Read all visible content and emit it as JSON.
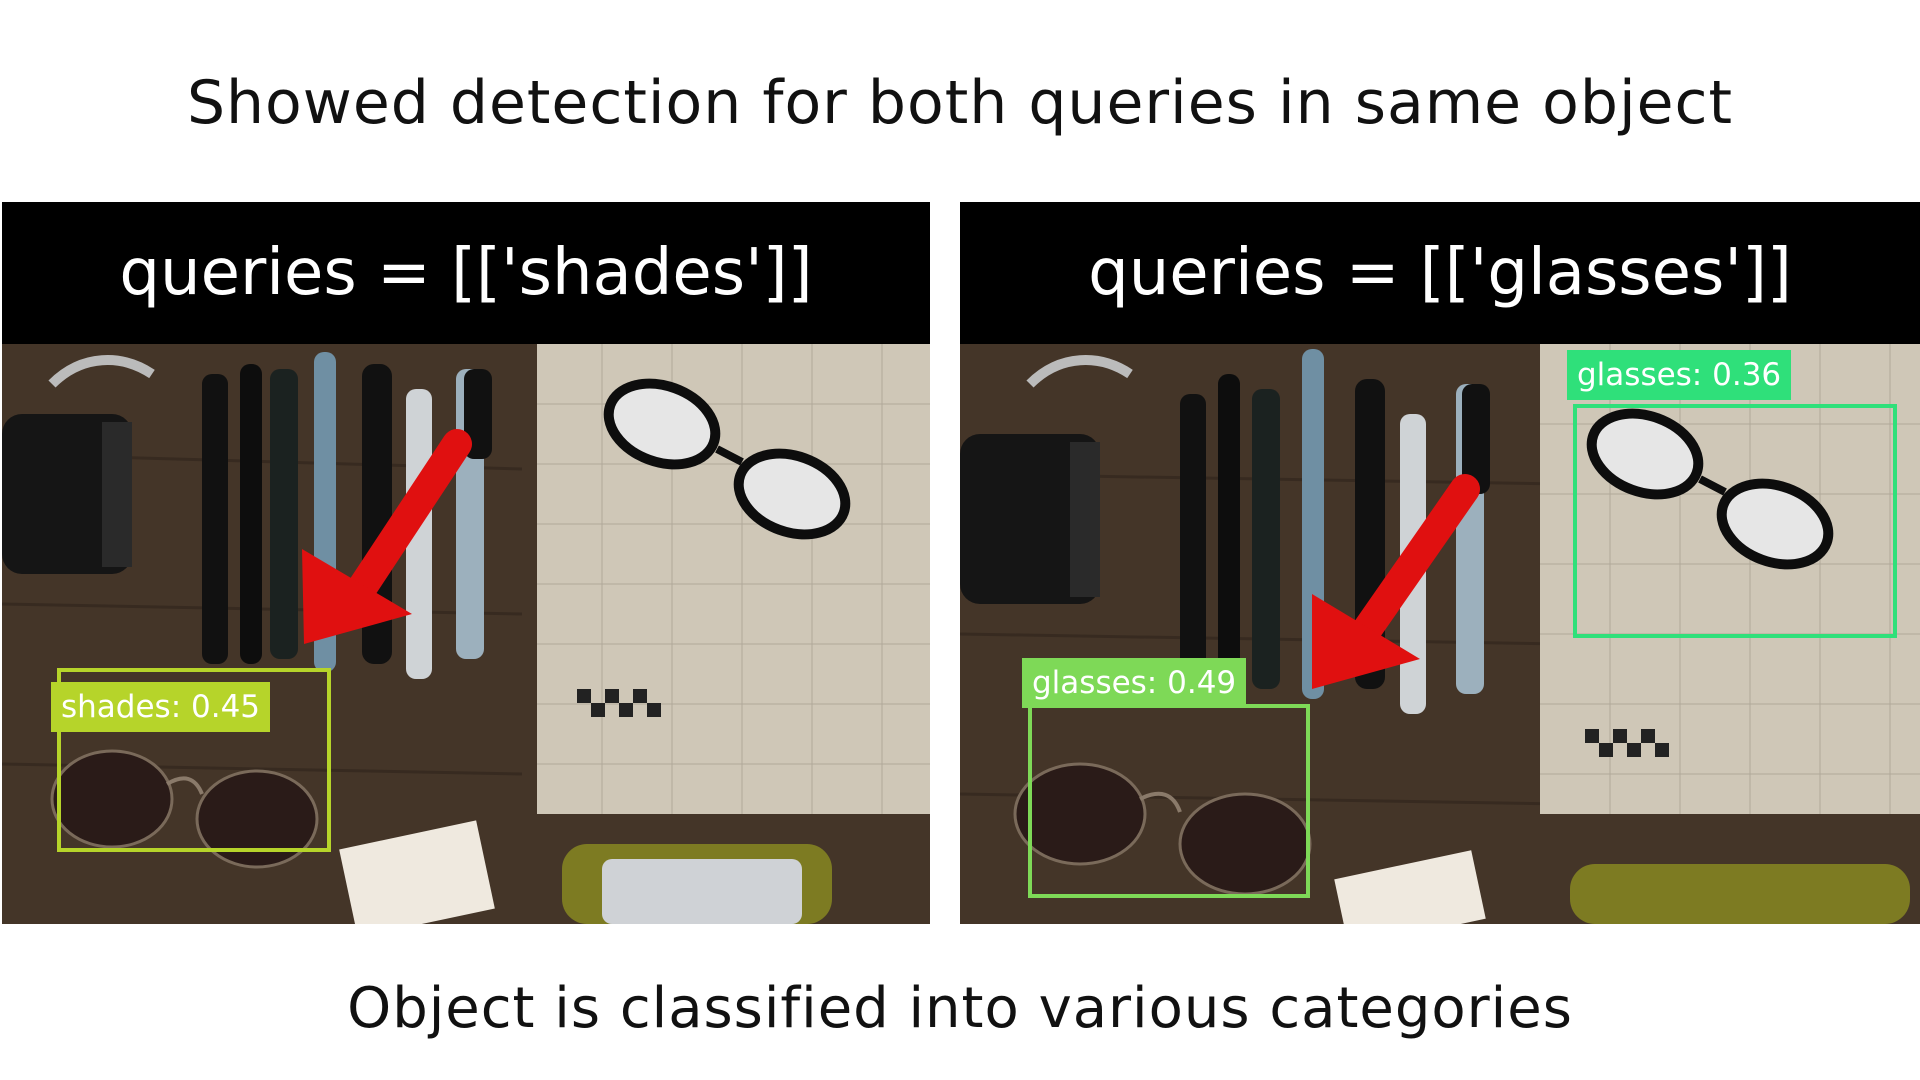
{
  "title": "Showed detection for both queries in same object",
  "caption": "Object is classified into various categories",
  "panels": [
    {
      "header": "queries = [['shades']]",
      "detections": [
        {
          "label": "shades: 0.45",
          "color": "#b6d42a"
        }
      ]
    },
    {
      "header": "queries = [['glasses']]",
      "detections": [
        {
          "label": "glasses: 0.36",
          "color": "#2fe07a"
        },
        {
          "label": "glasses: 0.49",
          "color": "#7ed957"
        }
      ]
    }
  ],
  "colors": {
    "arrow": "#e01010",
    "header_bg": "#000000",
    "table_wood": "#4a3a2c",
    "notebook": "#cfc7b7"
  }
}
